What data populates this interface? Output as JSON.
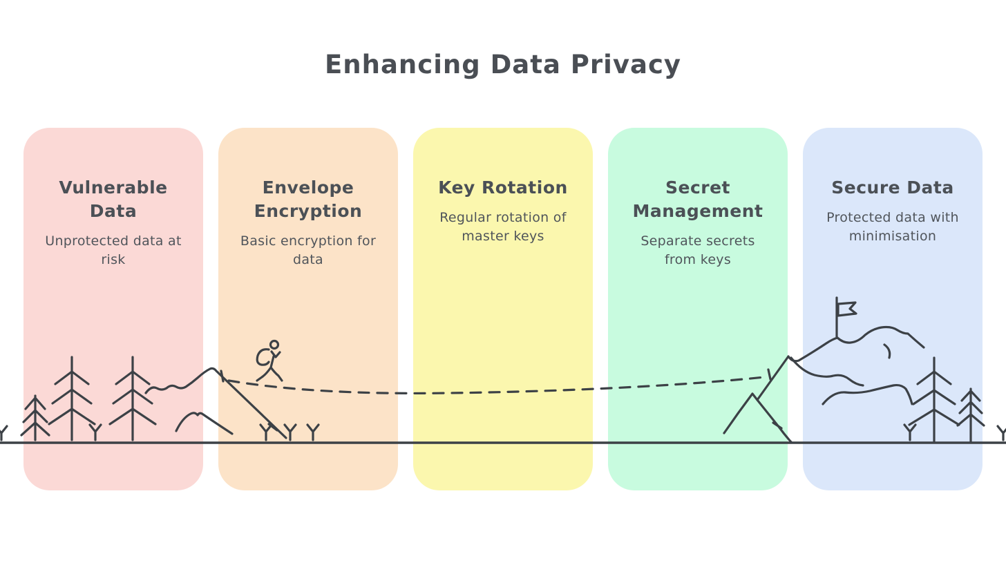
{
  "page": {
    "background": "#ffffff"
  },
  "header": {
    "title": "Enhancing Data Privacy"
  },
  "cards": [
    {
      "title": "Vulnerable Data",
      "subtitle": "Unprotected data at risk",
      "bg": "#fbd9d6"
    },
    {
      "title": "Envelope Encryption",
      "subtitle": "Basic encryption for data",
      "bg": "#fce3c8"
    },
    {
      "title": "Key Rotation",
      "subtitle": "Regular rotation of master keys",
      "bg": "#fbf7ae"
    },
    {
      "title": "Secret Management",
      "subtitle": "Separate secrets from keys",
      "bg": "#c8fbdf"
    },
    {
      "title": "Secure Data",
      "subtitle": "Protected data with minimisation",
      "bg": "#dbe7fa"
    }
  ],
  "colors": {
    "text": "#4a4f55",
    "illustration_stroke": "#3c4146"
  },
  "illustration": {
    "elements": [
      "pine-trees",
      "grass-tufts",
      "left-mountain",
      "hiker",
      "dashed-trail",
      "right-mountain",
      "summit-flag",
      "ground-line"
    ]
  }
}
